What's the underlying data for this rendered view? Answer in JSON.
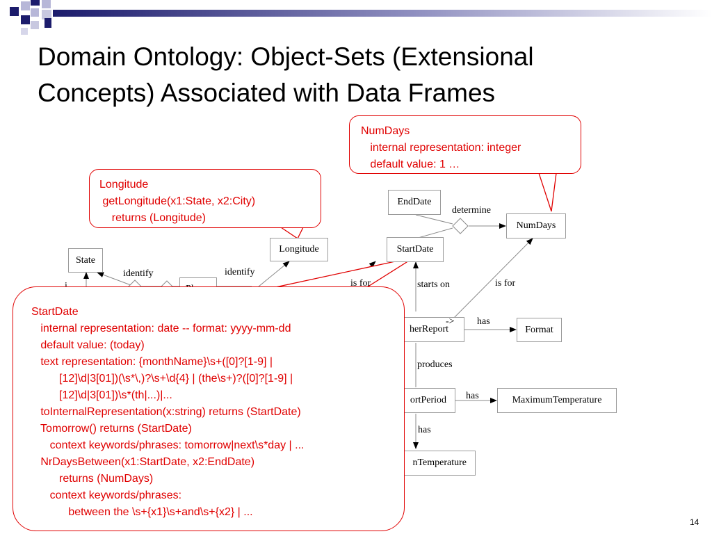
{
  "title": {
    "line1": "Domain Ontology: Object-Sets (Extensional",
    "line2": "Concepts) Associated with Data Frames"
  },
  "diagram": {
    "object_sets": {
      "end_date": "EndDate",
      "num_days": "NumDays",
      "start_date": "StartDate",
      "longitude": "Longitude",
      "state": "State",
      "place": "Pl",
      "weather_report": "herReport",
      "format": "Format",
      "report_period": "ortPeriod",
      "maximum_temperature": "MaximumTemperature",
      "minimum_temperature": "nTemperature"
    },
    "relationships": {
      "determine": "determine",
      "identify_left": "identify",
      "identify_right": "identify",
      "is_for_left": "is for",
      "starts_on": "starts on",
      "is_for_right": "is for",
      "has_format": "has",
      "produces": "produces",
      "has_max": "has",
      "has_min": "has",
      "arrow_marker": "->",
      "partial_left": "i"
    }
  },
  "callouts": {
    "num_days": {
      "lines": [
        "NumDays",
        "   internal representation: integer",
        "   default value: 1 …"
      ]
    },
    "longitude": {
      "lines": [
        "Longitude",
        " getLongitude(x1:State, x2:City)",
        "    returns (Longitude)"
      ]
    },
    "start_date": {
      "lines": [
        "StartDate",
        "   internal representation: date -- format: yyyy-mm-dd",
        "   default value: (today)",
        "   text representation: {monthName}\\s+([0]?[1-9] |",
        "         [12]\\d|3[01])(\\s*\\,)?\\s+\\d{4} | (the\\s+)?([0]?[1-9] |",
        "         [12]\\d|3[01])\\s*(th|...)|...",
        "   toInternalRepresentation(x:string) returns (StartDate)",
        "   Tomorrow() returns (StartDate)",
        "      context keywords/phrases: tomorrow|next\\s*day | ...",
        "   NrDaysBetween(x1:StartDate, x2:EndDate)",
        "         returns (NumDays)",
        "      context keywords/phrases:",
        "            between the \\s+{x1}\\s+and\\s+{x2} | ..."
      ]
    }
  },
  "colors": {
    "callout": "#e00000",
    "deco_navy": "#1c1c6c",
    "deco_light": "#b7b7d8"
  },
  "page_number": "14"
}
